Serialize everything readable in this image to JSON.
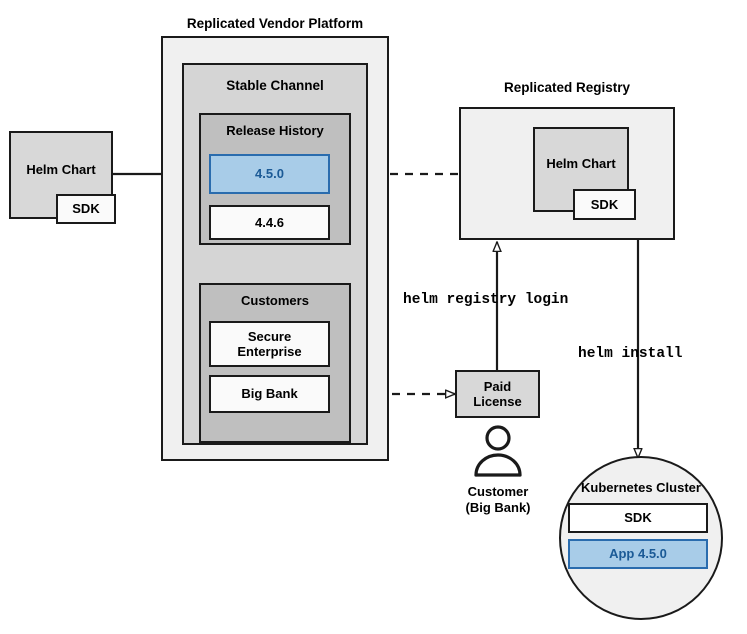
{
  "diagram": {
    "title_platform": "Replicated Vendor Platform",
    "title_registry": "Replicated Registry",
    "palette": {
      "outer_fill": "#f0f0f0",
      "channel_fill": "#d5d5d5",
      "release_history_fill": "#bfbfbf",
      "customers_fill": "#bfbfbf",
      "chart_fill": "#d8d8d8",
      "white_fill": "#fafafa",
      "highlight_fill": "#a8cce8",
      "highlight_border": "#2a6cae",
      "highlight_text": "#1b5a96",
      "stroke": "#1a1a1a"
    }
  },
  "platform": {
    "label": "Replicated Vendor Platform",
    "channel": {
      "label": "Stable Channel",
      "release_history": {
        "label": "Release History",
        "versions": [
          {
            "label": "4.5.0",
            "highlighted": true
          },
          {
            "label": "4.4.6",
            "highlighted": false
          }
        ]
      },
      "customers": {
        "label": "Customers",
        "items": [
          {
            "label": "Secure\nEnterprise",
            "line1": "Secure",
            "line2": "Enterprise"
          },
          {
            "label": "Big Bank",
            "line1": "Big Bank",
            "line2": ""
          }
        ]
      }
    }
  },
  "source_chart": {
    "label": "Helm Chart",
    "sdk_label": "SDK"
  },
  "registry": {
    "label": "Replicated Registry",
    "chart_label": "Helm Chart",
    "sdk_label": "SDK"
  },
  "license": {
    "line1": "Paid",
    "line2": "License"
  },
  "customer_actor": {
    "icon": "person-icon",
    "line1": "Customer",
    "line2": "(Big Bank)"
  },
  "cluster": {
    "label": "Kubernetes Cluster",
    "items": [
      {
        "label": "SDK",
        "highlighted": false
      },
      {
        "label": "App 4.5.0",
        "highlighted": true
      }
    ]
  },
  "commands": [
    {
      "text": "helm registry login"
    },
    {
      "text": "helm install"
    }
  ]
}
